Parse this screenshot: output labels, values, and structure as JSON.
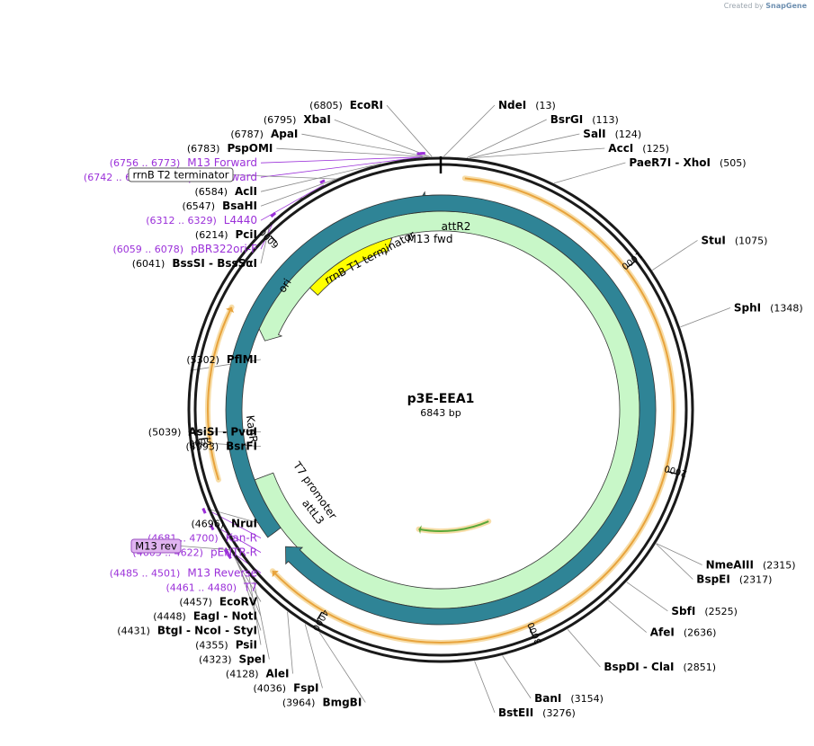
{
  "credit": {
    "prefix": "Created by",
    "brand": "SnapGene"
  },
  "plasmid": {
    "name": "p3E-EEA1",
    "length_label": "6843 bp",
    "length": 6843
  },
  "ruler": [
    {
      "pos": 1000,
      "label": "1000"
    },
    {
      "pos": 2000,
      "label": "2000"
    },
    {
      "pos": 3000,
      "label": "3000"
    },
    {
      "pos": 4000,
      "label": "4000"
    },
    {
      "pos": 5000,
      "label": "5000"
    },
    {
      "pos": 6000,
      "label": "6000"
    }
  ],
  "enzymes": [
    {
      "pos": 6805,
      "coord": "(6805)",
      "name": "EcoRI"
    },
    {
      "pos": 13,
      "coord": "(13)",
      "name": "NdeI"
    },
    {
      "pos": 6795,
      "coord": "(6795)",
      "name": "XbaI"
    },
    {
      "pos": 113,
      "coord": "(113)",
      "name": "BsrGI"
    },
    {
      "pos": 6787,
      "coord": "(6787)",
      "name": "ApaI"
    },
    {
      "pos": 124,
      "coord": "(124)",
      "name": "SalI"
    },
    {
      "pos": 6783,
      "coord": "(6783)",
      "name": "PspOMI"
    },
    {
      "pos": 125,
      "coord": "(125)",
      "name": "AccI"
    },
    {
      "pos": 505,
      "coord": "(505)",
      "name": "PaeR7I  -  XhoI"
    },
    {
      "pos": 6584,
      "coord": "(6584)",
      "name": "AclI"
    },
    {
      "pos": 6547,
      "coord": "(6547)",
      "name": "BsaHI"
    },
    {
      "pos": 6214,
      "coord": "(6214)",
      "name": "PciI"
    },
    {
      "pos": 1075,
      "coord": "(1075)",
      "name": "StuI"
    },
    {
      "pos": 6041,
      "coord": "(6041)",
      "name": "BssSI  -  BssSαI"
    },
    {
      "pos": 1348,
      "coord": "(1348)",
      "name": "SphI"
    },
    {
      "pos": 5302,
      "coord": "(5302)",
      "name": "PflMI"
    },
    {
      "pos": 5039,
      "coord": "(5039)",
      "name": "AsiSI  -  PvuI"
    },
    {
      "pos": 4993,
      "coord": "(4993)",
      "name": "BsrFI"
    },
    {
      "pos": 4696,
      "coord": "(4696)",
      "name": "NruI"
    },
    {
      "pos": 2315,
      "coord": "(2315)",
      "name": "NmeAIII"
    },
    {
      "pos": 2317,
      "coord": "(2317)",
      "name": "BspEI"
    },
    {
      "pos": 4457,
      "coord": "(4457)",
      "name": "EcoRV"
    },
    {
      "pos": 4448,
      "coord": "(4448)",
      "name": "EagI  -  NotI"
    },
    {
      "pos": 4431,
      "coord": "(4431)",
      "name": "BtgI  -  NcoI  -  StyI"
    },
    {
      "pos": 2525,
      "coord": "(2525)",
      "name": "SbfI"
    },
    {
      "pos": 4355,
      "coord": "(4355)",
      "name": "PsiI"
    },
    {
      "pos": 4323,
      "coord": "(4323)",
      "name": "SpeI"
    },
    {
      "pos": 2636,
      "coord": "(2636)",
      "name": "AfeI"
    },
    {
      "pos": 4128,
      "coord": "(4128)",
      "name": "AleI"
    },
    {
      "pos": 4036,
      "coord": "(4036)",
      "name": "FspI"
    },
    {
      "pos": 2851,
      "coord": "(2851)",
      "name": "BspDI  -  ClaI"
    },
    {
      "pos": 3964,
      "coord": "(3964)",
      "name": "BmgBI"
    },
    {
      "pos": 3154,
      "coord": "(3154)",
      "name": "BanI"
    },
    {
      "pos": 3276,
      "coord": "(3276)",
      "name": "BstEII"
    }
  ],
  "primers": [
    {
      "start": 6756,
      "end": 6773,
      "coord": "(6756 .. 6773)",
      "name": "M13 Forward"
    },
    {
      "start": 6742,
      "end": 6764,
      "coord": "(6742 .. 6764)",
      "name": "M13/pUC Forward"
    },
    {
      "start": 6312,
      "end": 6329,
      "coord": "(6312 .. 6329)",
      "name": "L4440"
    },
    {
      "start": 6059,
      "end": 6078,
      "coord": "(6059 .. 6078)",
      "name": "pBR322ori-F"
    },
    {
      "start": 4681,
      "end": 4700,
      "coord": "(4681 .. 4700)",
      "name": "Kan-R"
    },
    {
      "start": 4603,
      "end": 4622,
      "coord": "(4603 .. 4622)",
      "name": "pENTR-R"
    },
    {
      "start": 4485,
      "end": 4501,
      "coord": "(4485 .. 4501)",
      "name": "M13 Reverse"
    },
    {
      "start": 4461,
      "end": 4480,
      "coord": "(4461 .. 4480)",
      "name": "T7"
    }
  ],
  "boxed_labels": [
    {
      "name": "rrnB T2 terminator",
      "pos": 6380,
      "fill": "#ffffff",
      "stroke": "#555555"
    },
    {
      "name": "M13 rev",
      "pos": 4495,
      "fill": "#e0b4f0",
      "stroke": "#9a4fc0"
    }
  ],
  "features": [
    {
      "name": "attR2",
      "start": 6843,
      "end": 6720,
      "dir": "ccw",
      "color": "#2f8496",
      "type": "site"
    },
    {
      "name": "M13 fwd",
      "start": 6778,
      "end": 6762,
      "dir": "ccw",
      "color": "#8a2bc9",
      "type": "primer"
    },
    {
      "name": "rrnB T1 terminator",
      "start": 6650,
      "end": 6590,
      "dir": "ccw",
      "color": "#ffffff",
      "type": "terminator"
    },
    {
      "name": "ori",
      "start": 5950,
      "end": 6540,
      "dir": "cw",
      "color": "#ffff00",
      "type": "ori"
    },
    {
      "name": "KanR",
      "start": 4740,
      "end": 5540,
      "dir": "ccw",
      "color": "#c8f7c8",
      "type": "gene"
    },
    {
      "name": "T7 promoter",
      "start": 4440,
      "end": 4470,
      "dir": "cw",
      "color": "#ffffff",
      "type": "promoter"
    },
    {
      "name": "attL3",
      "start": 4440,
      "end": 4345,
      "dir": "cw",
      "color": "#2f8496",
      "type": "site"
    }
  ],
  "orfs": [
    {
      "start": 113,
      "end": 4300,
      "dir": "ccw",
      "color": "#e8a33c"
    },
    {
      "start": 4800,
      "end": 5630,
      "dir": "ccw",
      "color": "#e8a33c"
    },
    {
      "start": 2980,
      "end": 3620,
      "dir": "ccw",
      "color": "#5aa838"
    }
  ],
  "colors": {
    "backbone": "#1a1a1a",
    "primer_text": "#9b30d9",
    "enzyme_text": "#000000",
    "leader": "#888888"
  }
}
